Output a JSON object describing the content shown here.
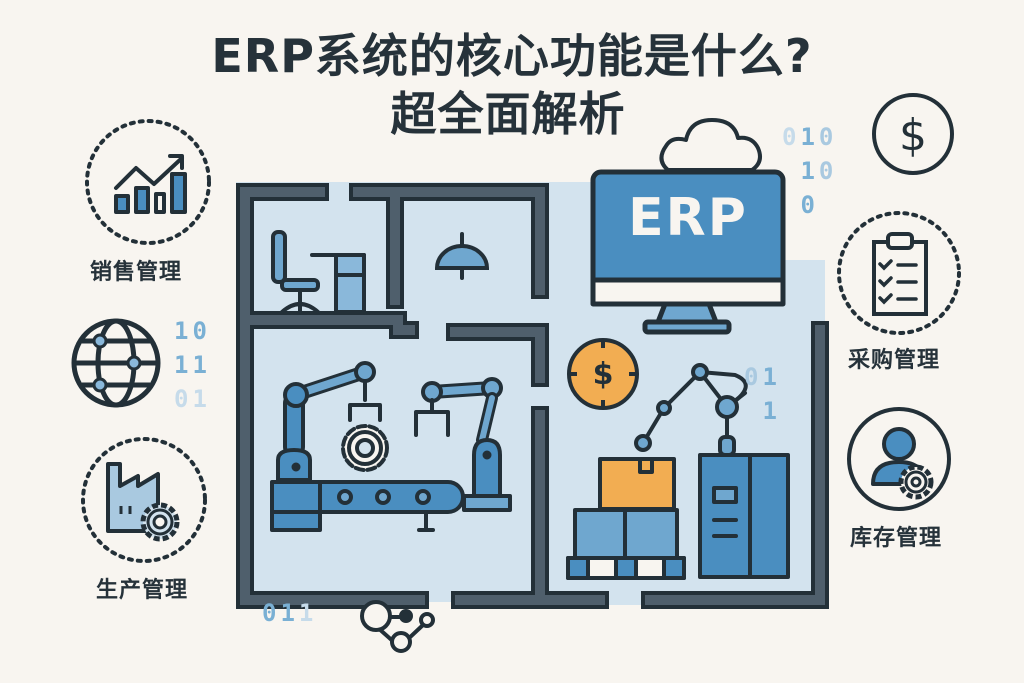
{
  "title": {
    "line1": "ERP系统的核心功能是什么?",
    "line2": "超全面解析"
  },
  "monitor": {
    "screen_text": "ERP"
  },
  "modules": [
    {
      "id": "sales",
      "label": "销售管理",
      "icon": "bar-chart-trend-icon"
    },
    {
      "id": "production",
      "label": "生产管理",
      "icon": "factory-gear-icon"
    },
    {
      "id": "purchasing",
      "label": "采购管理",
      "icon": "clipboard-checklist-icon"
    },
    {
      "id": "inventory",
      "label": "库存管理",
      "icon": "user-gear-icon"
    }
  ],
  "decorations": {
    "binary_top_right": [
      "010",
      " 10",
      " 0"
    ],
    "binary_left": [
      "10",
      "11",
      "01"
    ],
    "binary_warehouse": [
      "01",
      " 1"
    ],
    "binary_bottom": "011",
    "icons": [
      "dollar-circle-icon",
      "globe-network-icon",
      "cloud-icon",
      "coin-icon",
      "network-nodes-icon"
    ]
  },
  "colors": {
    "background": "#f8f5f0",
    "wall": "#4f5f6c",
    "outline": "#233038",
    "floor": "#d3e3ee",
    "accent_blue": "#4a8ec0",
    "light_blue": "#6fa7cf",
    "orange": "#f2ad52"
  }
}
